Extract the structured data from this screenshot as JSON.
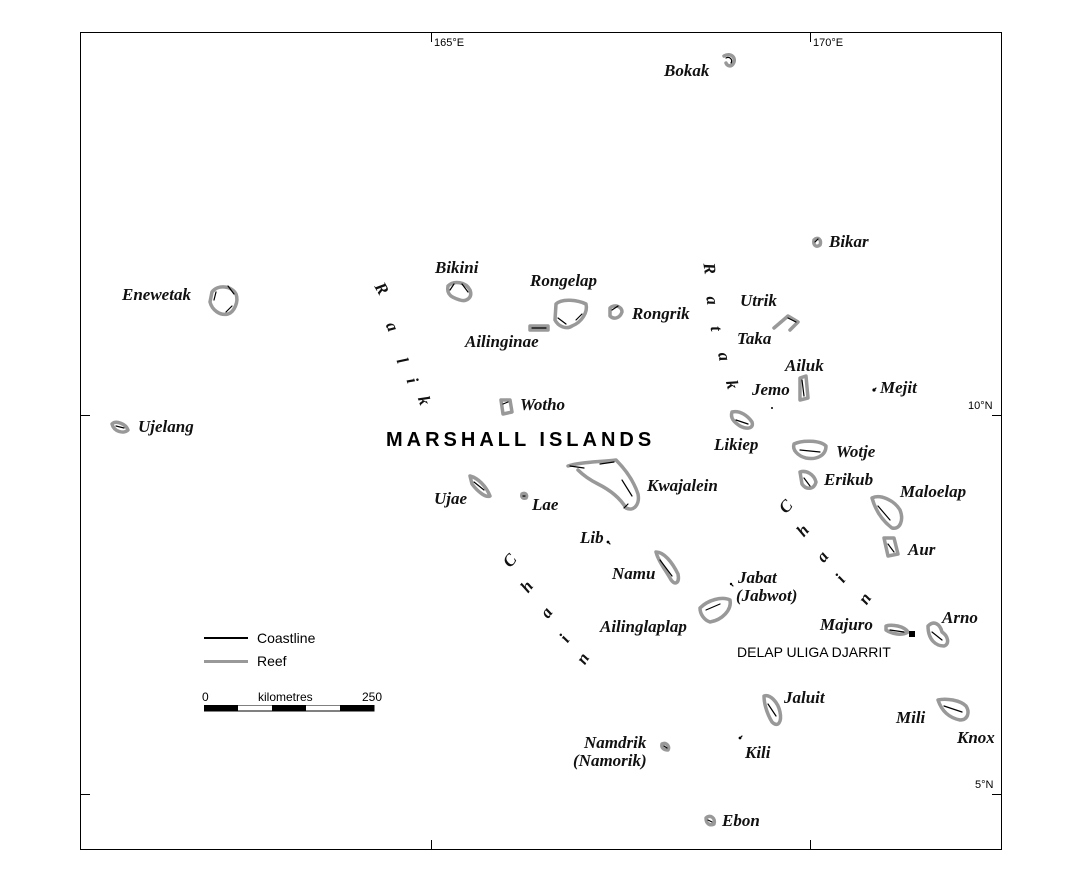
{
  "map": {
    "graticule": {
      "lon_165": "165°E",
      "lon_170": "170°E",
      "lat_10": "10°N",
      "lat_5": "5°N"
    },
    "country_label": "MARSHALL ISLANDS",
    "capital": {
      "label": "DELAP ULIGA DJARRIT",
      "on_atoll": "Majuro"
    },
    "chains": {
      "ralik_top": [
        "R",
        "a",
        "l",
        "i",
        "k"
      ],
      "ratak_top": [
        "R",
        "a",
        "t",
        "a",
        "k"
      ],
      "ralik_bottom": [
        "C",
        "h",
        "a",
        "i",
        "n"
      ],
      "ratak_bottom": [
        "C",
        "h",
        "a",
        "i",
        "n"
      ]
    },
    "atolls": {
      "bokak": "Bokak",
      "bikar": "Bikar",
      "bikini": "Bikini",
      "rongelap": "Rongelap",
      "enewetak": "Enewetak",
      "rongrik": "Rongrik",
      "utrik": "Utrik",
      "taka": "Taka",
      "ailinginae": "Ailinginae",
      "ailuk": "Ailuk",
      "jemo": "Jemo",
      "mejit": "Mejit",
      "wotho": "Wotho",
      "ujelang": "Ujelang",
      "likiep": "Likiep",
      "wotje": "Wotje",
      "erikub": "Erikub",
      "kwajalein": "Kwajalein",
      "ujae": "Ujae",
      "lae": "Lae",
      "maloelap": "Maloelap",
      "lib": "Lib",
      "aur": "Aur",
      "namu": "Namu",
      "jabat": "Jabat",
      "jabwot": "(Jabwot)",
      "ailinglaplap": "Ailinglaplap",
      "majuro": "Majuro",
      "arno": "Arno",
      "jaluit": "Jaluit",
      "mili": "Mili",
      "knox": "Knox",
      "namdrik": "Namdrik",
      "namorik": "(Namorik)",
      "kili": "Kili",
      "ebon": "Ebon"
    }
  },
  "legend": {
    "coastline": "Coastline",
    "reef": "Reef",
    "coastline_color": "#000000",
    "reef_color": "#999999"
  },
  "scale_bar": {
    "start": "0",
    "unit": "kilometres",
    "end": "250"
  }
}
